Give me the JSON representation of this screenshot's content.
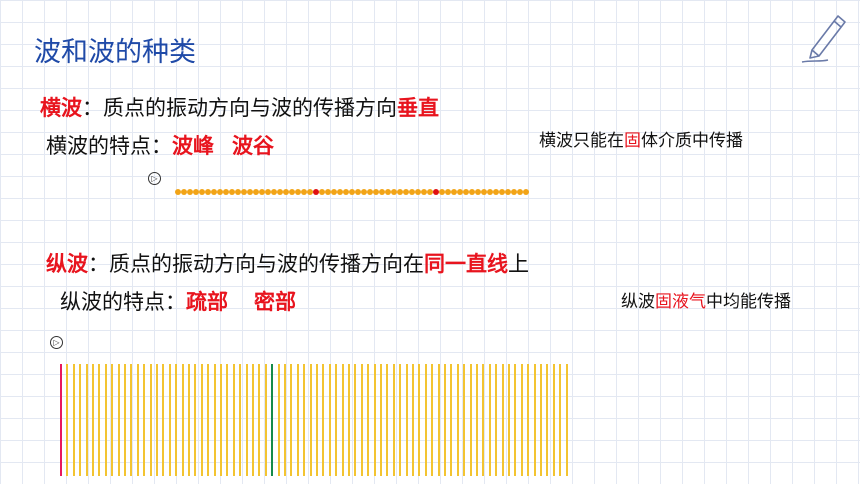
{
  "title": "波和波的种类",
  "transverse": {
    "term": "横波",
    "def_text": "：质点的振动方向与波的传播方向",
    "def_emph": "垂直",
    "feature_label": "横波的特点：",
    "feature_1": "波峰",
    "feature_2": "波谷",
    "note_a": "横波只能在",
    "note_emph": "固",
    "note_b": "体介质中传播"
  },
  "longitudinal": {
    "term": "纵波",
    "def_text": "：质点的振动方向与波的传播方向在",
    "def_emph": "同一直线",
    "def_tail": "上",
    "feature_label": "纵波的特点：",
    "feature_1": "疏部",
    "feature_2": "密部",
    "note_a": "纵波",
    "note_emph": "固液气",
    "note_b": "中均能传播"
  },
  "animation": {
    "play_icon": "▷",
    "bead_color": "#f2a417",
    "bead_marker_color": "#e01010",
    "bar_color": "#f3c431",
    "bar_first_color": "#e8185c",
    "bar_marker_color": "#158a4a"
  }
}
